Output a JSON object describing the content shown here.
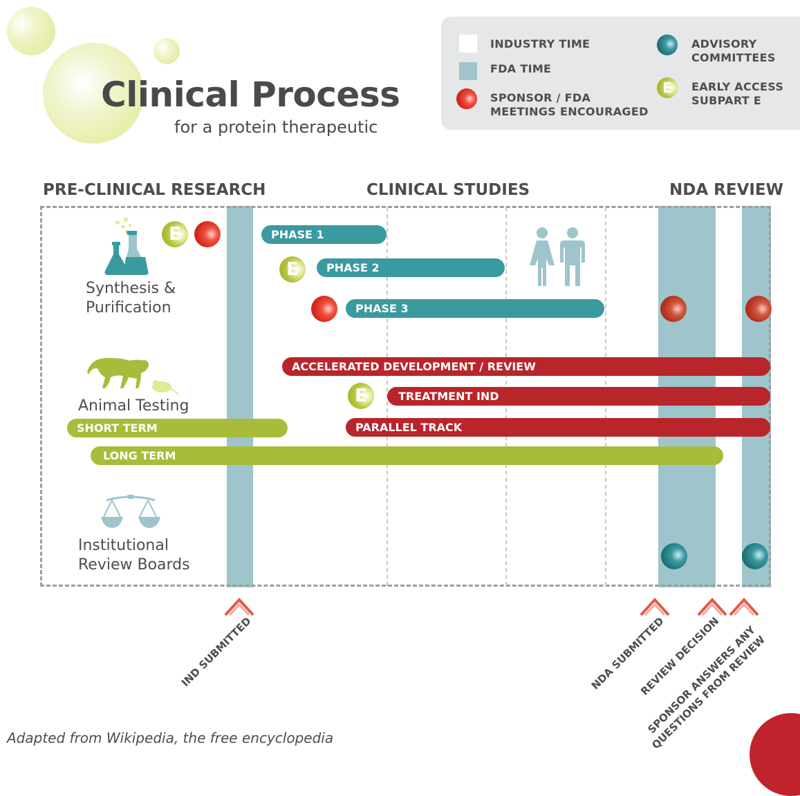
{
  "header": {
    "title": "Clinical Process",
    "subtitle": "for a protein therapeutic"
  },
  "legend": {
    "industry_time": "INDUSTRY TIME",
    "fda_time": "FDA TIME",
    "sponsor_meetings": "SPONSOR / FDA\nMEETINGS ENCOURAGED",
    "advisory_committees": "ADVISORY\nCOMMITTEES",
    "early_access": "EARLY ACCESS\nSUBPART E",
    "e_symbol": "E"
  },
  "sections": {
    "preclinical": "PRE-CLINICAL RESEARCH",
    "clinical": "CLINICAL STUDIES",
    "nda": "NDA REVIEW"
  },
  "categories": {
    "synthesis": "Synthesis &\nPurification",
    "animal": "Animal Testing",
    "irb": "Institutional\nReview Boards"
  },
  "bars": {
    "phase1": "PHASE 1",
    "phase2": "PHASE 2",
    "phase3": "PHASE 3",
    "accelerated": "ACCELERATED DEVELOPMENT / REVIEW",
    "treatment_ind": "TREATMENT IND",
    "short_term": "SHORT TERM",
    "parallel_track": "PARALLEL TRACK",
    "long_term": "LONG TERM"
  },
  "milestones": {
    "ind_submitted": "IND SUBMITTED",
    "nda_submitted": "NDA SUBMITTED",
    "review_decision": "REVIEW DECISION",
    "sponsor_answers": "SPONSOR ANSWERS ANY\nQUESTIONS FROM REVIEW"
  },
  "footer": {
    "credit": "Adapted from Wikipedia, the free encyclopedia"
  },
  "colors": {
    "fda_time": "#9dc5cb",
    "phase_bar": "#3a9aa0",
    "red_bar": "#b8252b",
    "green_bar": "#a9bb3a",
    "bubble": "#e5ec9f"
  },
  "icons": {
    "lab": "flask-icon",
    "animals": "monkey-mouse-icon",
    "irb": "scales-icon",
    "people": "people-icon"
  }
}
